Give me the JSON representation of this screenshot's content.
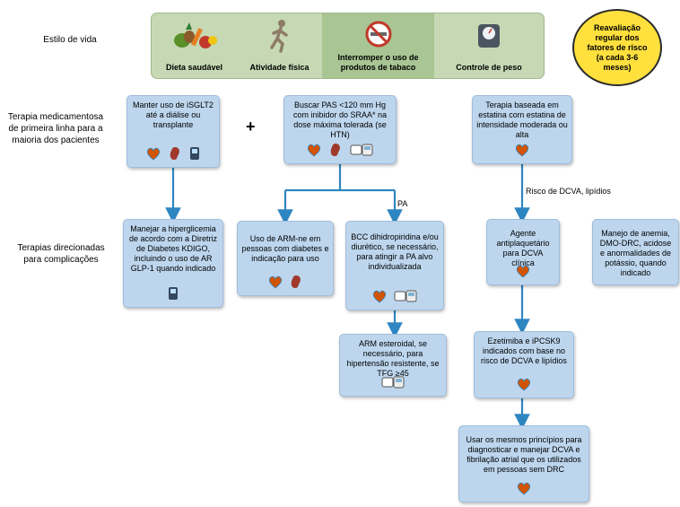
{
  "rows": {
    "lifestyle_label": "Estilo de vida",
    "first_line_label": "Terapia medicamentosa de primeira linha para a maioria dos pacientes",
    "targeted_label": "Terapias direcionadas para complicações"
  },
  "lifestyle": {
    "items": [
      {
        "label": "Dieta saudável",
        "icon": "vegetables-icon"
      },
      {
        "label": "Atividade física",
        "icon": "runner-icon"
      },
      {
        "label": "Interromper o uso de produtos de tabaco",
        "icon": "no-smoking-icon"
      },
      {
        "label": "Controle de peso",
        "icon": "scale-icon"
      }
    ]
  },
  "reassessment": "Reavaliação regular dos fatores de risco (a cada 3-6 meses)",
  "plus_sign": "+",
  "boxes": {
    "sglt2": "Manter uso de iSGLT2 até a diálise ou transplante",
    "bp": "Buscar PAS <120 mm Hg com inibidor do SRAA* na dose máxima tolerada (se HTN)",
    "statin": "Terapia baseada em estatina com estatina de intensidade moderada ou alta",
    "glycemia": "Manejar a hiperglicemia de acordo com a Diretriz de Diabetes KDIGO, incluindo o uso de AR GLP-1 quando indicado",
    "arm_ne": "Uso de ARM-ne em pessoas com diabetes e indicação para uso",
    "bcc": "BCC dihidropiridina e/ou diurético, se necessário, para atingir a PA alvo individualizada",
    "antiplatelet": "Agente antiplaquetário para DCVA clínica",
    "anemia": "Manejo de anemia, DMO-DRC, acidose e anormalidades de potássio, quando indicado",
    "steroidal_arm": "ARM esteroidal, se necessário, para hipertensão resistente, se TFG ≥45",
    "ezetimibe": "Ezetimiba e iPCSK9 indicados com base no risco de DCVA e lipídios",
    "ascvd": "Usar os mesmos princípios para diagnosticar e manejar DCVA e fibrilação atrial que os utilizados em pessoas sem DRC"
  },
  "edge_labels": {
    "pa": "PA",
    "risk": "Risco de DCVA, lipídios"
  },
  "colors": {
    "box_fill": "#bdd6ee",
    "lifestyle_fill": "#c6d9b4",
    "arrow": "#2e86c1",
    "circle_fill": "#ffe03d"
  }
}
